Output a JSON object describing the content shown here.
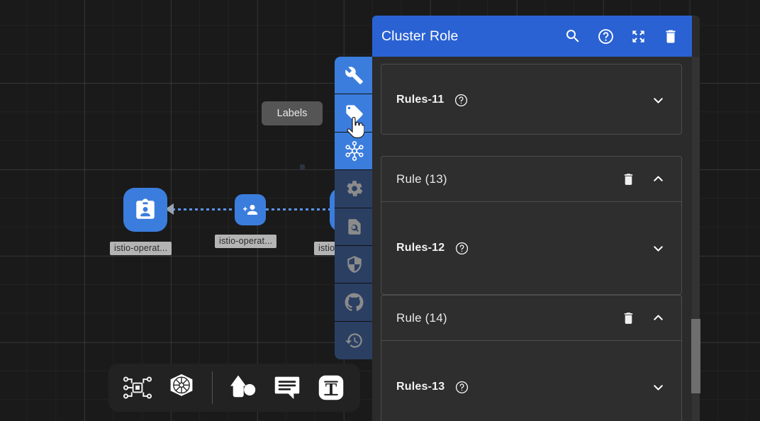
{
  "canvas": {
    "background_color": "#1a1a1a",
    "grid": true,
    "tooltip": {
      "label": "Labels"
    },
    "nodes": [
      {
        "icon": "id-badge-icon",
        "label": "istio-operat...",
        "size": "big"
      },
      {
        "icon": "group-add-icon",
        "label": "istio-operat...",
        "size": "small"
      },
      {
        "icon": "hidden-node-icon",
        "label": "istio",
        "size": "big"
      }
    ],
    "accent_color": "#3b7ddd"
  },
  "vertical_toolbar": {
    "items": [
      {
        "name": "wrench-icon",
        "state": "active"
      },
      {
        "name": "tag-icon",
        "state": "active"
      },
      {
        "name": "cluster-icon",
        "state": "active"
      },
      {
        "name": "gear-icon",
        "state": "idle"
      },
      {
        "name": "document-search-icon",
        "state": "idle"
      },
      {
        "name": "shield-icon",
        "state": "idle"
      },
      {
        "name": "github-icon",
        "state": "idle"
      },
      {
        "name": "history-icon",
        "state": "idle"
      }
    ]
  },
  "bottom_toolbar": {
    "items": [
      {
        "name": "microchip-network-icon"
      },
      {
        "name": "kubernetes-helm-icon"
      },
      {
        "name": "divider"
      },
      {
        "name": "shapes-icon"
      },
      {
        "name": "comment-icon"
      },
      {
        "name": "text-tool-icon"
      }
    ]
  },
  "panel": {
    "title": "Cluster Role",
    "header_color": "#2a62d3",
    "header_actions": [
      {
        "name": "search-icon"
      },
      {
        "name": "help-icon"
      },
      {
        "name": "expand-icon"
      },
      {
        "name": "delete-icon"
      }
    ],
    "sections": [
      {
        "type": "rules",
        "label": "Rules-11",
        "help": "help-icon",
        "chevron": "chevron-down-icon"
      },
      {
        "type": "rule",
        "title": "Rule (13)",
        "delete": "delete-icon",
        "chevron": "chevron-up-icon",
        "child": {
          "label": "Rules-12",
          "help": "help-icon",
          "chevron": "chevron-down-icon"
        }
      },
      {
        "type": "rule",
        "title": "Rule (14)",
        "delete": "delete-icon",
        "chevron": "chevron-up-icon",
        "child": {
          "label": "Rules-13",
          "help": "help-icon",
          "chevron": "chevron-down-icon"
        }
      }
    ],
    "scrollbar": {
      "visible": true
    }
  }
}
